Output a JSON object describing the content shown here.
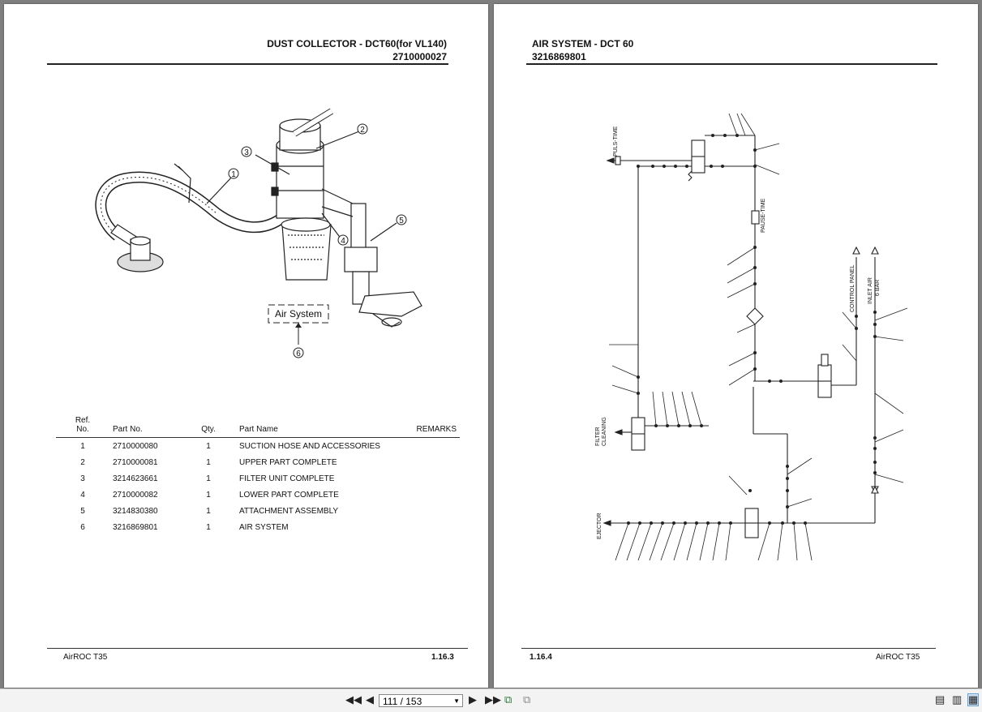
{
  "left_page": {
    "title": "DUST COLLECTOR - DCT60(for VL140)",
    "part_number": "2710000027",
    "callouts": [
      "1",
      "2",
      "3",
      "4",
      "5",
      "6"
    ],
    "air_system_label": "Air System",
    "table": {
      "headers": {
        "ref_line1": "Ref.",
        "ref_line2": "No.",
        "part_no": "Part No.",
        "qty": "Qty.",
        "part_name": "Part Name",
        "remarks": "REMARKS"
      },
      "rows": [
        {
          "ref": "1",
          "part_no": "2710000080",
          "qty": "1",
          "name": "SUCTION HOSE AND ACCESSORIES"
        },
        {
          "ref": "2",
          "part_no": "2710000081",
          "qty": "1",
          "name": "UPPER PART COMPLETE"
        },
        {
          "ref": "3",
          "part_no": "3214623661",
          "qty": "1",
          "name": "FILTER UNIT COMPLETE"
        },
        {
          "ref": "4",
          "part_no": "2710000082",
          "qty": "1",
          "name": "LOWER PART COMPLETE"
        },
        {
          "ref": "5",
          "part_no": "3214830380",
          "qty": "1",
          "name": "ATTACHMENT ASSEMBLY"
        },
        {
          "ref": "6",
          "part_no": "3216869801",
          "qty": "1",
          "name": "AIR SYSTEM"
        }
      ]
    },
    "footer_left": "AirROC T35",
    "footer_right": "1.16.3"
  },
  "right_page": {
    "title": "AIR SYSTEM - DCT 60",
    "part_number": "3216869801",
    "diagram_labels": {
      "pulse_time": "PULS-TIME",
      "pause_time": "PAUSE-TIME",
      "control_panel": "CONTROL PANEL",
      "inlet_air": "INLET AIR",
      "inlet_pressure": "6 BAR",
      "filter_cleaning_1": "FILTER",
      "filter_cleaning_2": "CLEANING",
      "ejector": "EJECTOR"
    },
    "footer_left": "1.16.4",
    "footer_right": "AirROC T35"
  },
  "toolbar": {
    "page_display": "111 / 153",
    "first_icon": "first-page-icon",
    "prev_icon": "prev-page-icon",
    "next_icon": "next-page-icon",
    "last_icon": "last-page-icon"
  }
}
